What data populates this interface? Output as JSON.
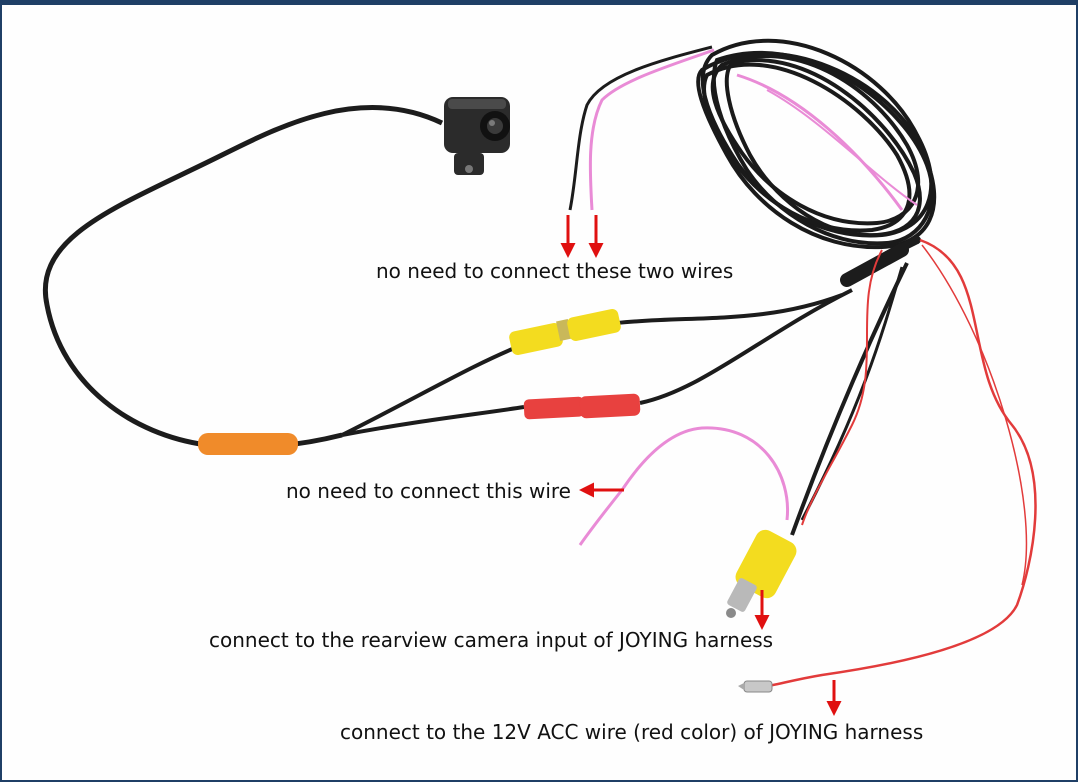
{
  "annotations": {
    "two_wires": "no need to connect these two wires",
    "this_wire": "no need to connect this wire",
    "rearview_input": "connect to the rearview camera input of JOYING harness",
    "acc_wire": "connect to the 12V ACC wire (red color) of JOYING harness"
  },
  "colors": {
    "frame": "#1f3f66",
    "background": "#fefefe",
    "cable_black": "#1c1c1c",
    "wire_red": "#e23b3b",
    "wire_pink": "#e98bd6",
    "connector_yellow": "#f3dc1f",
    "connector_red": "#e8413f",
    "connector_orange": "#f08b2a",
    "arrow_red": "#e01010"
  },
  "icons": {
    "camera": "backup-camera-icon",
    "arrow": "down-arrow-icon"
  }
}
